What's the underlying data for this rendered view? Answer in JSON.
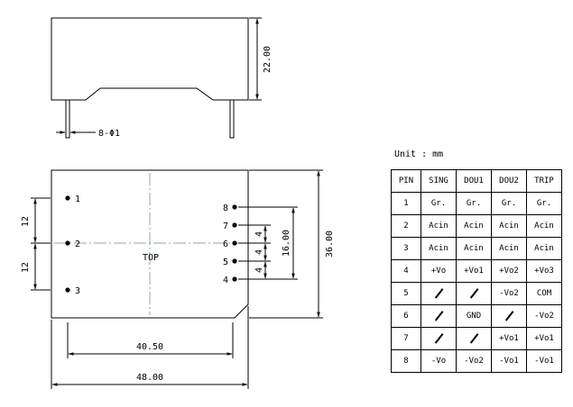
{
  "drawing": {
    "dims": {
      "height_22": "22.00",
      "pin_dia": "8-Φ1",
      "pitch_12_upper": "12",
      "pitch_12_lower": "12",
      "width_4050": "40.50",
      "width_4800": "48.00",
      "height_36": "36.00",
      "span_16": "16.00",
      "pitch_4_a": "4",
      "pitch_4_b": "4",
      "pitch_4_c": "4"
    },
    "top_label": "TOP",
    "pin_labels": [
      "1",
      "2",
      "3",
      "4",
      "5",
      "6",
      "7",
      "8"
    ]
  },
  "table": {
    "unit": "Unit : mm",
    "headers": [
      "PIN",
      "SING",
      "DOU1",
      "DOU2",
      "TRIP"
    ],
    "rows": [
      [
        "1",
        "Gr.",
        "Gr.",
        "Gr.",
        "Gr."
      ],
      [
        "2",
        "Acin",
        "Acin",
        "Acin",
        "Acin"
      ],
      [
        "3",
        "Acin",
        "Acin",
        "Acin",
        "Acin"
      ],
      [
        "4",
        "+Vo",
        "+Vo1",
        "+Vo2",
        "+Vo3"
      ],
      [
        "5",
        "/",
        "/",
        "-Vo2",
        "COM"
      ],
      [
        "6",
        "/",
        "GND",
        "/",
        "-Vo2"
      ],
      [
        "7",
        "/",
        "/",
        "+Vo1",
        "+Vo1"
      ],
      [
        "8",
        "-Vo",
        "-Vo2",
        "-Vo1",
        "-Vo1"
      ]
    ]
  }
}
